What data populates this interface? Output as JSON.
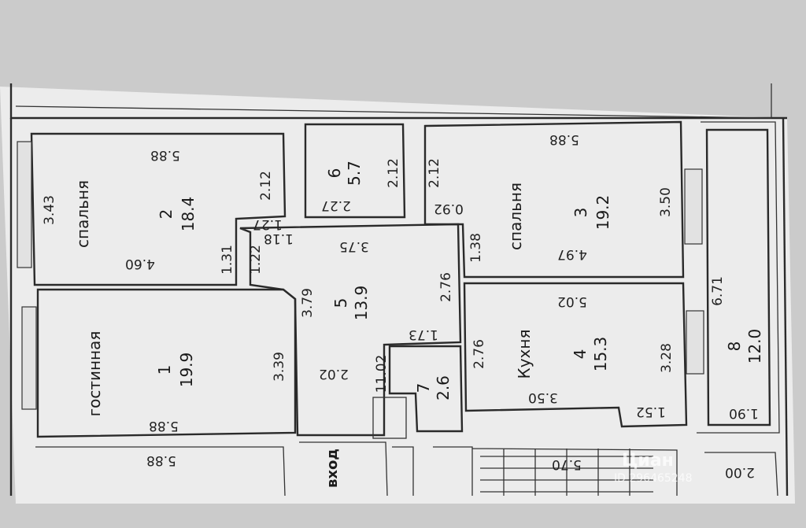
{
  "rooms": [
    {
      "number": "1",
      "area": "19.9",
      "name": "гостинная",
      "width": "5.88",
      "depth": "3.39"
    },
    {
      "number": "2",
      "area": "18.4",
      "name": "спальня",
      "width_top": "5.88",
      "width_bottom": "4.60",
      "depth": "3.43",
      "depth_right": "2.12"
    },
    {
      "number": "3",
      "area": "19.2",
      "name": "спальня",
      "width_top": "5.88",
      "width_bottom": "4.97",
      "depth_left": "2.12",
      "depth_right": "3.50"
    },
    {
      "number": "4",
      "area": "15.3",
      "name": "Кухня",
      "width_top": "5.02",
      "width_bottom": "3.50",
      "depth_left": "2.76",
      "depth_right": "3.28"
    },
    {
      "number": "5",
      "area": "13.9",
      "width_top": "3.75",
      "depth_left": "3.79",
      "depth_right": "2.76"
    },
    {
      "number": "6",
      "area": "5.7",
      "width": "2.27",
      "depth": "2.12"
    },
    {
      "number": "7",
      "area": "2.6"
    },
    {
      "number": "8",
      "area": "12.0",
      "width": "1.90",
      "depth": "6.71"
    }
  ],
  "dimensions": {
    "d127": "1.27",
    "d118": "1.18",
    "d131": "1.31",
    "d122": "1.22",
    "d092": "0.92",
    "d138": "1.38",
    "d173": "1.73",
    "d202": "2.02",
    "d102": "11.02",
    "d152": "1.52",
    "bottom_left": "5.88",
    "bottom_mid": "5.70",
    "bottom_right": "2.00"
  },
  "labels": {
    "entrance": "вход"
  },
  "watermark": {
    "text": "Циан",
    "id": "ID 296465248"
  },
  "colors": {
    "paper": "#efefef",
    "background": "#cdcdcd",
    "line": "#2a2a2a"
  }
}
